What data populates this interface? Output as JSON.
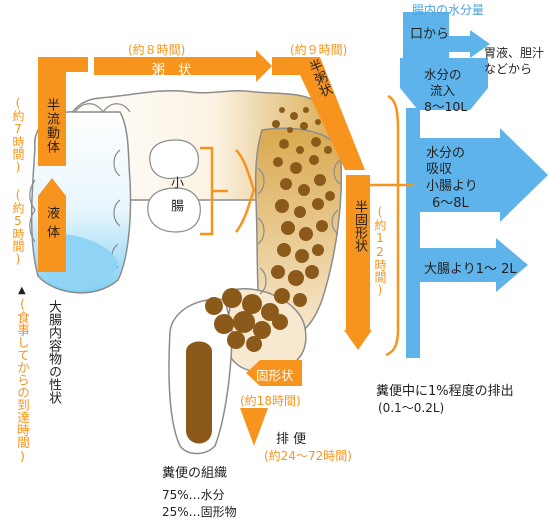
{
  "colors": {
    "orange": "#f7941d",
    "blue": "#5eb4ea",
    "dark_blue_text": "#2f7fc1",
    "stool_brown": "#8b5a1b",
    "liquid_blue": "#8fd3f5",
    "outline": "#8c8c8c"
  },
  "water": {
    "title": "腸内の水分量",
    "mouth": "口から",
    "gastric": [
      "胃液、胆汁",
      "などから"
    ],
    "inflow": [
      "水分の",
      "流入",
      "8〜10L"
    ],
    "absorb": [
      "水分の",
      "吸収",
      "小腸より",
      "6〜8L"
    ],
    "large_intestine": "大腸より1〜 2L",
    "excretion_label": "糞便中に1%程度の排出",
    "excretion_amount": "(0.1〜0.2L)"
  },
  "stages": {
    "porridge": "粥　状",
    "porridge_time": "(約８時間)",
    "semi_porridge": "半粥状",
    "semi_porridge_time": "(約９時間)",
    "semi_fluid": "半流動体",
    "semi_fluid_time": "(約7時間)",
    "liquid": "液体",
    "liquid_time": "(約5時間)",
    "semi_solid": "半固形状",
    "semi_solid_time": "(約12時間)",
    "solid": "固形状",
    "solid_time": "(約18時間)",
    "defecation": "排 便",
    "defecation_time": "(約24〜72時間)"
  },
  "small_intestine": "小腸",
  "legend": {
    "marker": "▲",
    "content": "大腸内容物の性状",
    "elapsed": "(食事してからの到達時間)"
  },
  "stool": {
    "title": "糞便の組織",
    "water": "75%…水分",
    "solid": "25%…固形物"
  }
}
